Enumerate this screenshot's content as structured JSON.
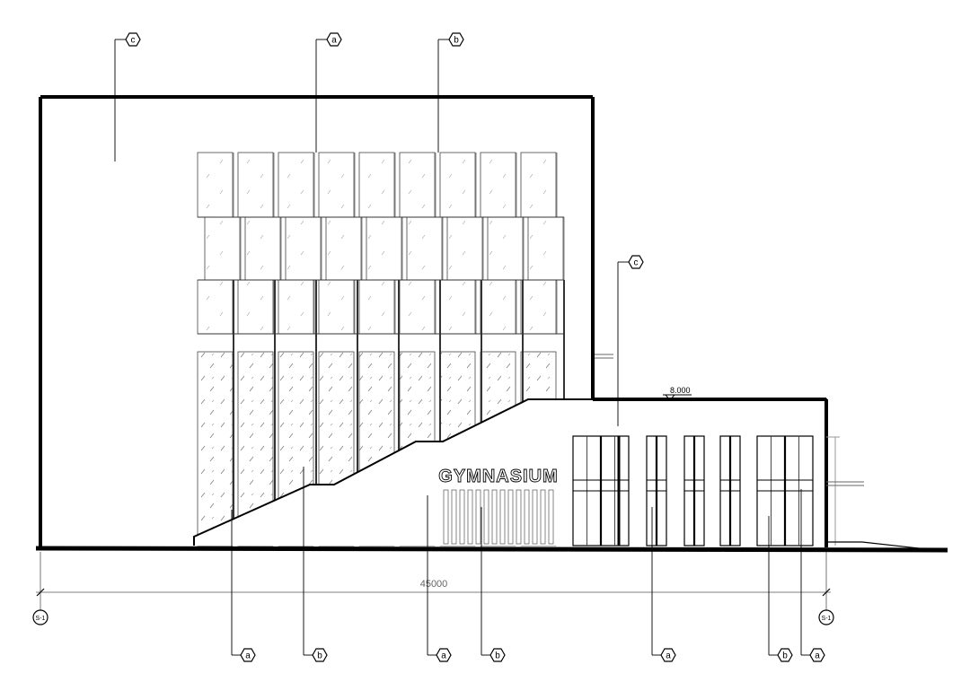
{
  "drawing": {
    "level_label": "8.000",
    "dimension_label": "45000",
    "sign_text": "GYMNASIUM",
    "axis_left": "S-1",
    "axis_right": "S-1"
  },
  "callouts": {
    "top": [
      "c",
      "a",
      "b",
      "c"
    ],
    "bottom": [
      "a",
      "b",
      "a",
      "b",
      "a",
      "b",
      "a"
    ]
  }
}
